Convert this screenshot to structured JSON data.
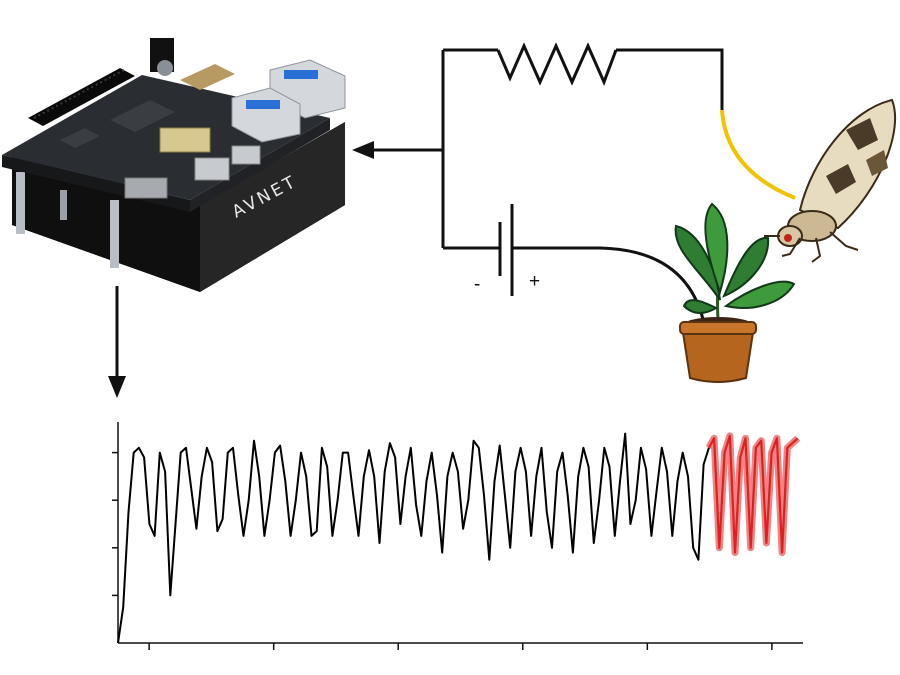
{
  "board": {
    "brand": "AVNET"
  },
  "battery": {
    "minus_label": "-",
    "plus_label": "+"
  },
  "colors": {
    "wire": "#111111",
    "probe_wire": "#f2c200",
    "signal": "#000000",
    "highlight": "#e02020",
    "pot": "#b5651d",
    "leaf": "#2e7d32"
  },
  "icons": [
    "single-board-computer-icon",
    "resistor-icon",
    "battery-icon",
    "plant-icon",
    "leafhopper-insect-icon",
    "arrow-left-icon",
    "arrow-down-icon"
  ],
  "chart_data": {
    "type": "line",
    "title": "",
    "xlabel": "",
    "ylabel": "",
    "xlim": [
      0,
      100
    ],
    "ylim": [
      0,
      100
    ],
    "x_ticks": [
      5,
      25,
      45,
      65,
      85,
      105
    ],
    "y_ticks": [
      20,
      40,
      60,
      80
    ],
    "grid": false,
    "series": [
      {
        "role": "recorded",
        "color": "#000000",
        "values": [
          0,
          15,
          55,
          80,
          82,
          78,
          50,
          45,
          80,
          72,
          20,
          50,
          80,
          82,
          65,
          48,
          70,
          82,
          76,
          47,
          52,
          80,
          82,
          62,
          45,
          60,
          85,
          70,
          45,
          60,
          80,
          83,
          68,
          45,
          60,
          80,
          70,
          45,
          47,
          82,
          74,
          45,
          60,
          80,
          80,
          62,
          45,
          70,
          81,
          70,
          42,
          72,
          84,
          78,
          50,
          70,
          82,
          58,
          45,
          68,
          80,
          62,
          38,
          70,
          80,
          72,
          48,
          60,
          85,
          82,
          62,
          35,
          68,
          83,
          62,
          40,
          72,
          82,
          72,
          45,
          70,
          82,
          55,
          40,
          72,
          80,
          62,
          38,
          70,
          82,
          74,
          42,
          60,
          82,
          74,
          45,
          68,
          88,
          50,
          60,
          82,
          73,
          45,
          64,
          82,
          72,
          45,
          68,
          80,
          70,
          40,
          35,
          75,
          82
        ]
      },
      {
        "role": "highlighted",
        "color": "#e02020",
        "values": [
          82,
          86,
          40,
          80,
          87,
          38,
          78,
          86,
          40,
          82,
          85,
          42,
          80,
          86,
          38,
          82,
          84,
          86
        ]
      }
    ]
  }
}
